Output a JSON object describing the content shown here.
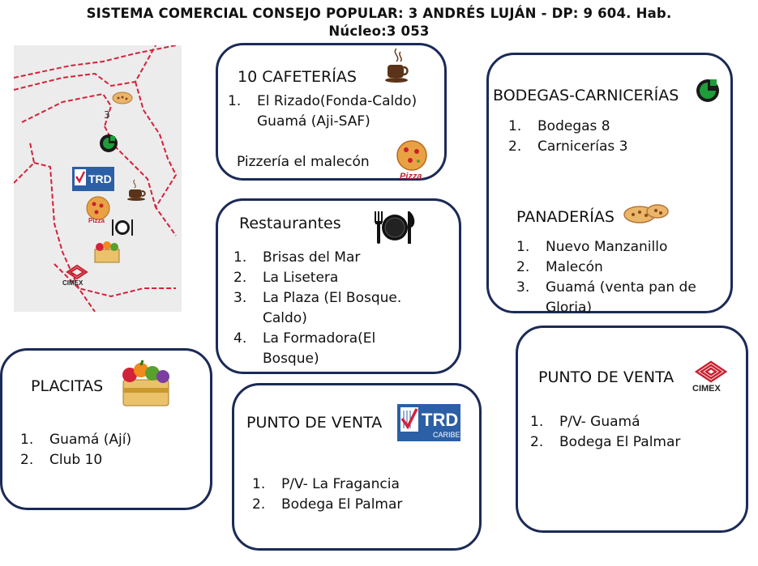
{
  "title_line1": "SISTEMA COMERCIAL CONSEJO POPULAR: 3 ANDRÉS LUJÁN - DP: 9 604. Hab.",
  "title_line2": "Núcleo:3 053",
  "map": {
    "zone_number": "3",
    "trd_label": "TRD",
    "trd_sub": "CARIBE",
    "cimex_label": "CIMEX",
    "pizza_label": "Pizza"
  },
  "cafeterias": {
    "heading": "10 CAFETERÍAS",
    "items": [
      {
        "num": "1.",
        "text": "El Rizado(Fonda-Caldo)"
      },
      {
        "num": "",
        "text": "Guamá (Aji-SAF)"
      }
    ],
    "extra": "Pizzería el malecón"
  },
  "bodegas": {
    "heading": "BODEGAS-CARNICERÍAS",
    "items": [
      {
        "num": "1.",
        "text": "Bodegas 8"
      },
      {
        "num": "2.",
        "text": "Carnicerías 3"
      }
    ],
    "heading2": "PANADERÍAS",
    "items2": [
      {
        "num": "1.",
        "text": "Nuevo Manzanillo"
      },
      {
        "num": "2.",
        "text": "Malecón"
      },
      {
        "num": "3.",
        "text": "Guamá (venta pan de Gloria)"
      }
    ]
  },
  "restaurantes": {
    "heading": "Restaurantes",
    "items": [
      {
        "num": "1.",
        "text": "Brisas del Mar"
      },
      {
        "num": "2.",
        "text": "La Lisetera"
      },
      {
        "num": "3.",
        "text": "La Plaza (El Bosque. Caldo)"
      },
      {
        "num": "4.",
        "text": "La Formadora(El Bosque)"
      }
    ]
  },
  "placitas": {
    "heading": "PLACITAS",
    "items": [
      {
        "num": "1.",
        "text": "Guamá (Ají)"
      },
      {
        "num": "2.",
        "text": "Club 10"
      }
    ]
  },
  "pv_trd": {
    "heading": "PUNTO DE VENTA",
    "items": [
      {
        "num": "1.",
        "text": "P/V- La Fragancia"
      },
      {
        "num": "2.",
        "text": "Bodega El Palmar"
      }
    ]
  },
  "pv_cimex": {
    "heading": "PUNTO DE VENTA",
    "items": [
      {
        "num": "1.",
        "text": "P/V- Guamá"
      },
      {
        "num": "2.",
        "text": "Bodega El Palmar"
      }
    ]
  },
  "colors": {
    "border": "#1b2a57",
    "cimex_red": "#c8202f",
    "trd_blue": "#2b5fa6",
    "cupet_green": "#1f9d3a"
  }
}
